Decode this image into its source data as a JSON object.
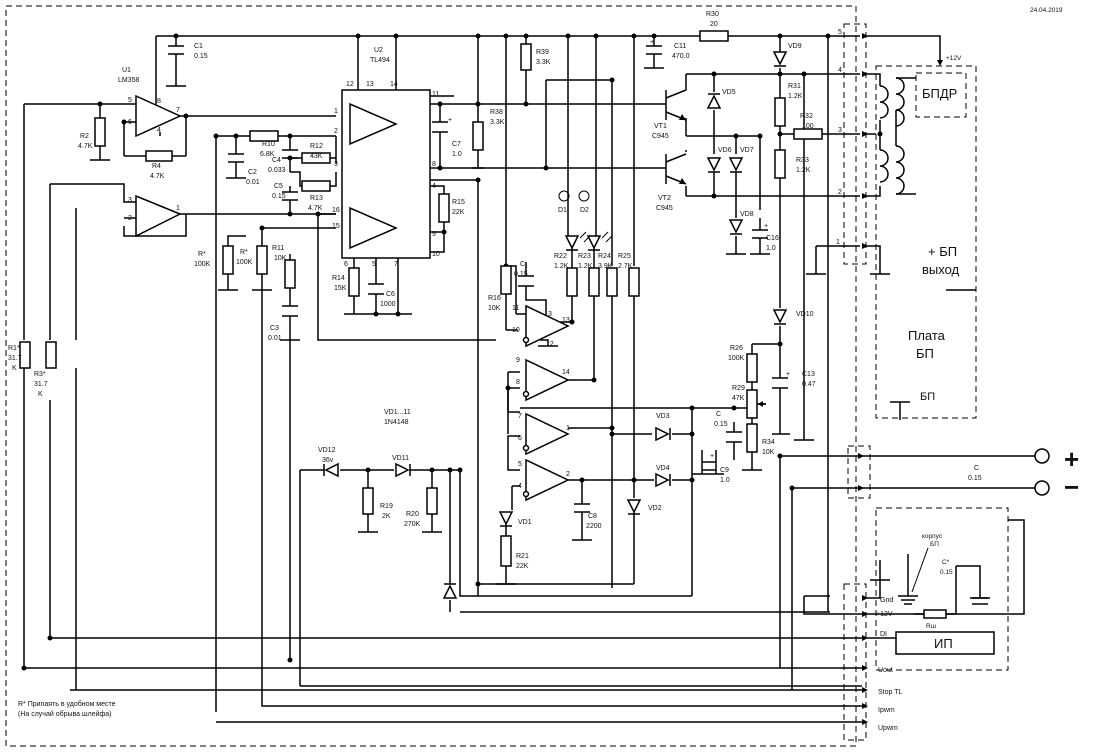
{
  "date": "24.04.2019",
  "note_line1": "R* Припаять в удобном месте",
  "note_line2": "(На случай обрыва шлейфа)",
  "diode_note_1": "VD1...11",
  "diode_note_2": "1N4148",
  "boards": {
    "bpdr": "БПДР",
    "bp_out_1": "+ БП",
    "bp_out_2": "выход",
    "plata_1": "Плата",
    "plata_2": "БП",
    "bp_gnd": "БП",
    "ip": "ИП",
    "korpus_1": "корпус",
    "korpus_2": "БП",
    "cstar": "C*",
    "cstar_val": "0.15",
    "ru": "Rш"
  },
  "supply_label": "+12V",
  "connector_labels": {
    "gnd": "Gnd",
    "v12": "+12V",
    "di": "DI",
    "uout": "Uout",
    "stoptl": "Stop TL",
    "ipwm": "Ipwm",
    "upwm": "Upwm"
  },
  "pin_numbers": [
    "5",
    "4",
    "3",
    "2",
    "1"
  ],
  "out_terms": {
    "plus": "+",
    "minus": "−",
    "cap": "C",
    "cap_val": "0.15"
  },
  "ics": {
    "u1": "U1",
    "u1_type": "LM358",
    "u2": "U2",
    "u2_type": "TL494"
  },
  "components": [
    {
      "id": "R1",
      "name": "R1*",
      "value": "31.7",
      "unit": "K"
    },
    {
      "id": "R3",
      "name": "R3*",
      "value": "31.7",
      "unit": "K"
    },
    {
      "id": "R2",
      "name": "R2",
      "value": "4.7K"
    },
    {
      "id": "R4",
      "name": "R4",
      "value": "4.7K"
    },
    {
      "id": "C1",
      "name": "C1",
      "value": "0.15"
    },
    {
      "id": "R10",
      "name": "R10",
      "value": "6.8K"
    },
    {
      "id": "C2",
      "name": "C2",
      "value": "0.01"
    },
    {
      "id": "R12",
      "name": "R12",
      "value": "43K"
    },
    {
      "id": "C4",
      "name": "C4",
      "value": "0.033"
    },
    {
      "id": "C5",
      "name": "C5",
      "value": "0.15"
    },
    {
      "id": "R13",
      "name": "R13",
      "value": "4.7K"
    },
    {
      "id": "Rs1",
      "name": "R*",
      "value": "100K"
    },
    {
      "id": "Rs2",
      "name": "R*",
      "value": "100K"
    },
    {
      "id": "R11",
      "name": "R11",
      "value": "10K"
    },
    {
      "id": "C3",
      "name": "C3",
      "value": "0.01"
    },
    {
      "id": "R14",
      "name": "R14",
      "value": "15K"
    },
    {
      "id": "C6",
      "name": "C6",
      "value": "1000"
    },
    {
      "id": "C7",
      "name": "C7",
      "value": "1.0"
    },
    {
      "id": "R38",
      "name": "R38",
      "value": "3.3K"
    },
    {
      "id": "R39",
      "name": "R39",
      "value": "3.3K"
    },
    {
      "id": "R15",
      "name": "R15",
      "value": "22K"
    },
    {
      "id": "R16",
      "name": "R16",
      "value": "10K"
    },
    {
      "id": "Ca",
      "name": "C",
      "value": "0.15"
    },
    {
      "id": "R22",
      "name": "R22",
      "value": "1.2K"
    },
    {
      "id": "R23",
      "name": "R23",
      "value": "1.2K"
    },
    {
      "id": "R24",
      "name": "R24",
      "value": "3.9K"
    },
    {
      "id": "R25",
      "name": "R25",
      "value": "2.7K"
    },
    {
      "id": "D1",
      "name": "D1",
      "value": ""
    },
    {
      "id": "D2",
      "name": "D2",
      "value": ""
    },
    {
      "id": "R30",
      "name": "R30",
      "value": "20"
    },
    {
      "id": "C11",
      "name": "C11",
      "value": "470.0"
    },
    {
      "id": "VD9",
      "name": "VD9",
      "value": ""
    },
    {
      "id": "VD5",
      "name": "VD5",
      "value": ""
    },
    {
      "id": "VT1",
      "name": "VT1",
      "value": "C945"
    },
    {
      "id": "VT2",
      "name": "VT2",
      "value": "C945"
    },
    {
      "id": "VD6",
      "name": "VD6",
      "value": ""
    },
    {
      "id": "VD7",
      "name": "VD7",
      "value": ""
    },
    {
      "id": "VD8",
      "name": "VD8",
      "value": ""
    },
    {
      "id": "R31",
      "name": "R31",
      "value": "1.2K"
    },
    {
      "id": "R32",
      "name": "R32",
      "value": "100"
    },
    {
      "id": "R33",
      "name": "R33",
      "value": "1.2K"
    },
    {
      "id": "C16",
      "name": "C16",
      "value": "1.0"
    },
    {
      "id": "VD10",
      "name": "VD10",
      "value": ""
    },
    {
      "id": "R26",
      "name": "R26",
      "value": "100K"
    },
    {
      "id": "R29",
      "name": "R29",
      "value": "47K"
    },
    {
      "id": "R34",
      "name": "R34",
      "value": "10K"
    },
    {
      "id": "C13",
      "name": "C13",
      "value": "0.47"
    },
    {
      "id": "VD3",
      "name": "VD3",
      "value": ""
    },
    {
      "id": "VD4",
      "name": "VD4",
      "value": ""
    },
    {
      "id": "Cb",
      "name": "C",
      "value": "0.15"
    },
    {
      "id": "C9",
      "name": "C9",
      "value": "1.0"
    },
    {
      "id": "VD2",
      "name": "VD2",
      "value": ""
    },
    {
      "id": "C8",
      "name": "C8",
      "value": "2200"
    },
    {
      "id": "VD1",
      "name": "VD1",
      "value": ""
    },
    {
      "id": "R21",
      "name": "R21",
      "value": "22K"
    },
    {
      "id": "VD12",
      "name": "VD12",
      "value": "36v"
    },
    {
      "id": "VD11",
      "name": "VD11",
      "value": ""
    },
    {
      "id": "R19",
      "name": "R19",
      "value": "2K"
    },
    {
      "id": "R20",
      "name": "R20",
      "value": "270K"
    }
  ]
}
